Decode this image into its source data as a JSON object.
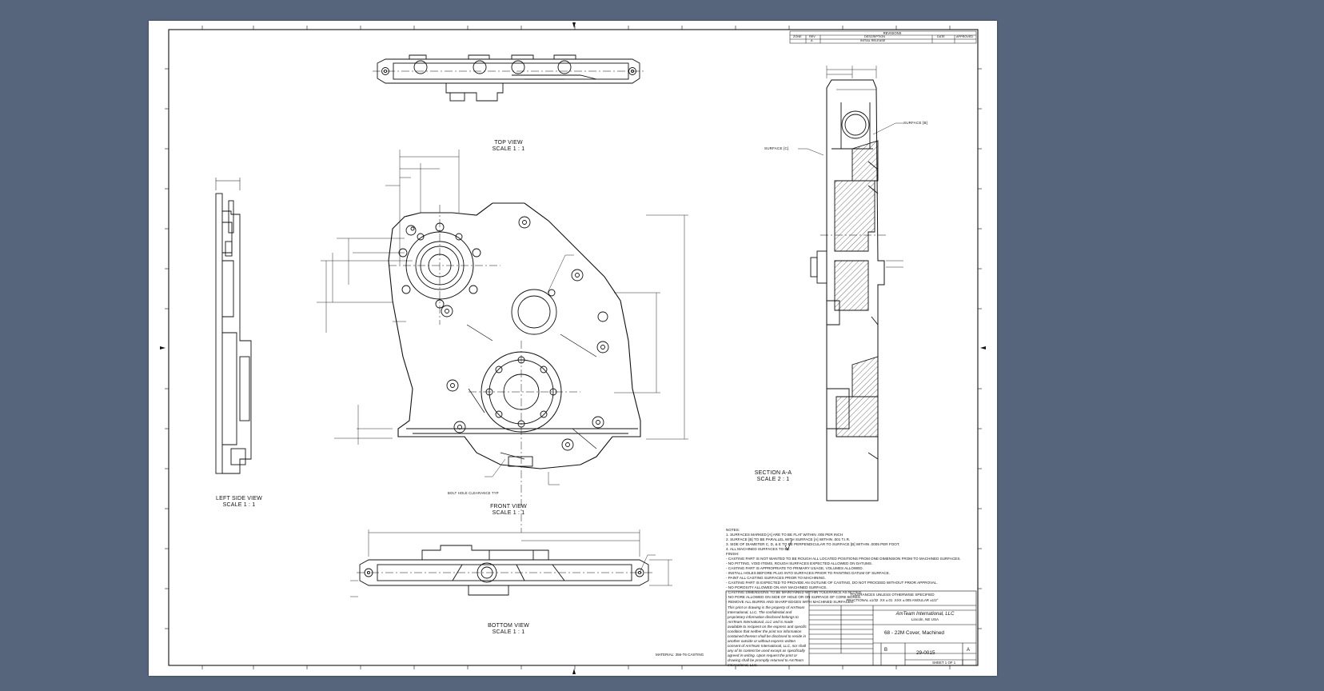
{
  "views": {
    "top": {
      "title": "TOP VIEW",
      "scale": "SCALE 1 : 1"
    },
    "front": {
      "title": "FRONT VIEW",
      "scale": "SCALE 1 : 1"
    },
    "left": {
      "title": "LEFT SIDE VIEW",
      "scale": "SCALE 1 : 1"
    },
    "bottom": {
      "title": "BOTTOM VIEW",
      "scale": "SCALE 1 : 1"
    },
    "section": {
      "title": "SECTION A-A",
      "scale": "SCALE 2 : 1"
    }
  },
  "callouts": {
    "surface_b": "SURFACE [B]",
    "surface_c": "SURFACE [C]",
    "bolt_hole": "BOLT HOLE CLEARANCE TYP"
  },
  "notes": {
    "header": "NOTES:",
    "items": [
      "1. SURFACES MARKED [A] ARE TO BE FLAT WITHIN .005 PER INCH",
      "2. SURFACE [B] TO BE PARALLEL WITH SURFACE [A] WITHIN .001 T.I.R.",
      "3. SIDE OF DIAMETER C, D, & E TO BE PERPENDICULAR TO SURFACE [B] WITHIN .0005 PER FOOT.",
      "4. ALL MACHINED SURFACES TO BE"
    ],
    "finish_header": "FINISH:",
    "finish_items": [
      "- CASTING PART IS NOT WANTED TO BE ROUGH ALL LOCATED POSITIONS FROM ONE DIMENSION FROM TO MACHINED SURFACES.",
      "- NO PITTING, VOID ITEMS, ROUGH SURFACES EXPECTED ALLOWED ON DATUMS.",
      "- CASTING PART IS APPROPRIATE TO PRIMARY USAGE, VOLUMES ALLOWED.",
      "- INSTALL HOLES BEFORE PLUG INTO SURFACES PRIOR TO PAINTING DATUM OF SURFACE.",
      "- PAINT ALL CASTING SURFACES PRIOR TO MACHINING.",
      "- CASTING PART IS EXPECTED TO PROVIDE AN OUTLINE OF CASTING, DO NOT PROCEED WITHOUT PRIOR APPROVAL.",
      "- NO POROSITY ALLOWED ON ANY MACHINED SURFACE.",
      "- CASTING DIMENSIONS TO BE MAINTAINED WITHIN TOLERANCE AS NOTED.",
      "- NO PORE ALLOWED ON SIDE OF HOLE OR ON SURFACE OF CORE BORES.",
      "- REMOVE ALL BURRS AND SHARP EDGES WITH MACHINED SURFACES."
    ]
  },
  "title_block": {
    "proprietary": "This print or drawing is the property of AmTeam International, LLC. The confidential and proprietary information disclosed belongs to AmTeam International, LLC and is made available to recipient on the express and specific condition that neither the print nor information contained thereon shall be disclosed to reside in another outside or without express written consent of AmTeam International, LLC, nor shall any of its content be used except as specifically agreed in writing. Upon request the print or drawing shall be promptly returned to AmTeam International, LLC.",
    "tolerance_header": "TOLERANCES UNLESS OTHERWISE SPECIFIED",
    "tolerance_line": "FRACTIONAL ±1/32   .XX ±.01   .XXX ±.005   ANGULAR ±1/2°",
    "company": "AmTeam International, LLC",
    "location": "Lincoln, NE USA",
    "part_title": "68 - 22M Cover, Machined",
    "drawing_no": "29-0015",
    "size": "B",
    "rev": "A",
    "sheet": "SHEET 1 OF 1",
    "material": "MATERIAL: 356-T6 CASTING"
  },
  "revision_block": {
    "header": "REVISIONS",
    "cols": [
      "ZONE",
      "REV",
      "DESCRIPTION",
      "DATE",
      "APPROVED"
    ],
    "row": [
      "",
      "A",
      "INITIAL RELEASE",
      "",
      ""
    ]
  }
}
